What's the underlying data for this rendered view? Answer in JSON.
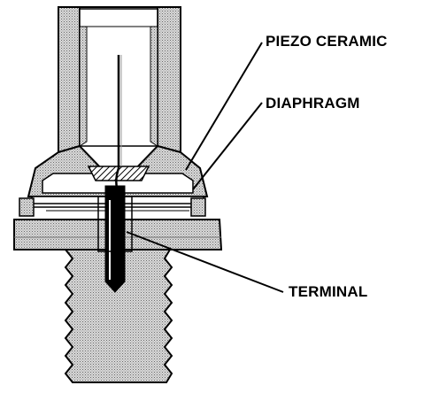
{
  "labels": {
    "piezo_ceramic": "PIEZO CERAMIC",
    "diaphragm": "DIAPHRAGM",
    "terminal": "TERMINAL"
  },
  "colors": {
    "ink": "#000000",
    "body_fill": "#cfcfcf",
    "hatch": "#000000",
    "background": "#ffffff"
  }
}
